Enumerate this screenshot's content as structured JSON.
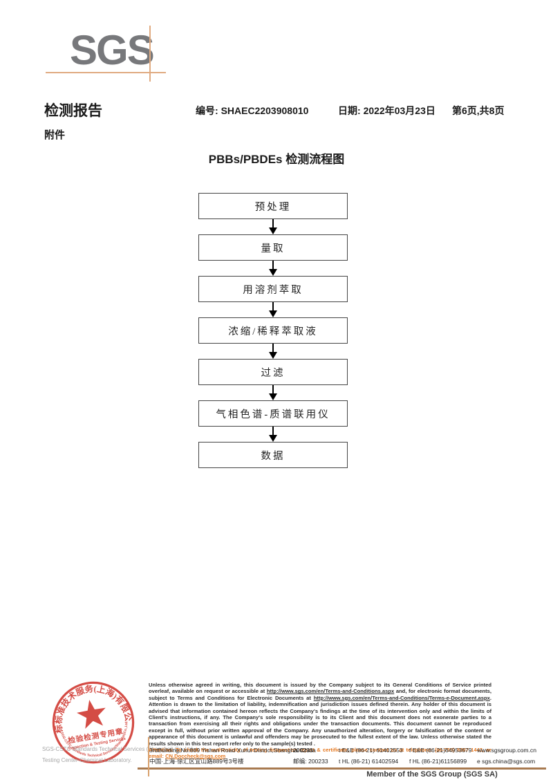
{
  "colors": {
    "logo_gray": "#77787b",
    "accent_tan": "#e0aa80",
    "rule_brown": "#a87a50",
    "seal_red": "#cf342c",
    "attention_orange": "#e4761e"
  },
  "logo": {
    "text": "SGS"
  },
  "header": {
    "report_title": "检测报告",
    "report_no_label": "编号:",
    "report_no": "SHAEC2203908010",
    "date_label": "日期:",
    "date": "2022年03月23日",
    "page_info": "第6页,共8页",
    "attachment_label": "附件"
  },
  "flowchart": {
    "title": "PBBs/PBDEs 检测流程图",
    "steps": [
      "预处理",
      "量取",
      "用溶剂萃取",
      "浓缩/稀释萃取液",
      "过滤",
      "气相色谱-质谱联用仪",
      "数据"
    ]
  },
  "seal": {
    "arc_top": "通标标准技术服务(上海)有限公司",
    "line1": "检验检测专用章",
    "line2": "Inspection & Testing Services",
    "arc_bottom": "SGS-CSTC Standards Technical Services(Shanghai)Co.,Ltd."
  },
  "footer": {
    "company_line1": "SGS-CSTC Standards Technical Services (Shanghai) Co.,Ltd.",
    "company_line2": "Testing Center-Chemical Laboratory.",
    "disclaimer_part1": "Unless otherwise agreed in writing, this document is issued by the Company subject to its General Conditions of Service printed overleaf, available on request or accessible at ",
    "disclaimer_link1": "http://www.sgs.com/en/Terms-and-Conditions.aspx",
    "disclaimer_part2": " and, for electronic format documents, subject to Terms and Conditions for Electronic Documents at ",
    "disclaimer_link2": "http://www.sgs.com/en/Terms-and-Conditions/Terms-e-Document.aspx",
    "disclaimer_part3": ". Attention is drawn to the limitation of liability, indemnification and jurisdiction issues defined therein. Any holder of this document is advised that information contained hereon reflects the Company's findings at the time of its intervention only and within the limits of Client's instructions, if any. The Company's sole responsibility is to its Client and this document does not exonerate parties to a transaction from exercising all their rights and obligations under the transaction documents. This document cannot be reproduced except in full, without prior written approval of the Company. Any unauthorized alteration, forgery or falsification of the content or appearance of this document is unlawful and offenders may be prosecuted to the fullest extent of the law. Unless otherwise stated the results shown in this test report refer only to the sample(s) tested .",
    "attention_part1": "Attention: To check the authenticity of testing /inspection report & certificate, please contact us at telephone: (86-755) 8307 1443, or email: ",
    "attention_email": "CN.Doccheck@sgs.com",
    "address_en": "3rdBuilding,No.889 Yishan Road Xuhui District,Shanghai China",
    "postcode_en": "200233",
    "tel1": "t E&E (86-21) 61402553",
    "fax1": "f E&E (86-21)64953679",
    "web": "www.sgsgroup.com.cn",
    "address_cn": "中国·上海·徐汇区宜山路889号3号楼",
    "postcode_cn_label": "邮编: 200233",
    "tel2": "t HL (86-21) 61402594",
    "fax2": "f HL (86-21)61156899",
    "email": "e  sgs.china@sgs.com",
    "member": "Member of the SGS Group (SGS SA)"
  }
}
